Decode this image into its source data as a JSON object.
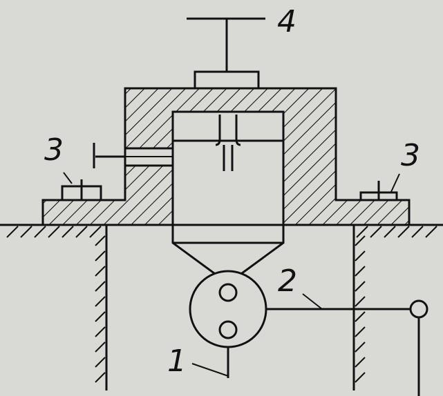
{
  "diagram": {
    "labels": {
      "housing": "1",
      "pipe": "2",
      "bolt_left": "3",
      "bolt_right": "3",
      "handle": "4"
    },
    "colors": {
      "background": "#d9d9d6",
      "stroke": "#111111"
    }
  }
}
